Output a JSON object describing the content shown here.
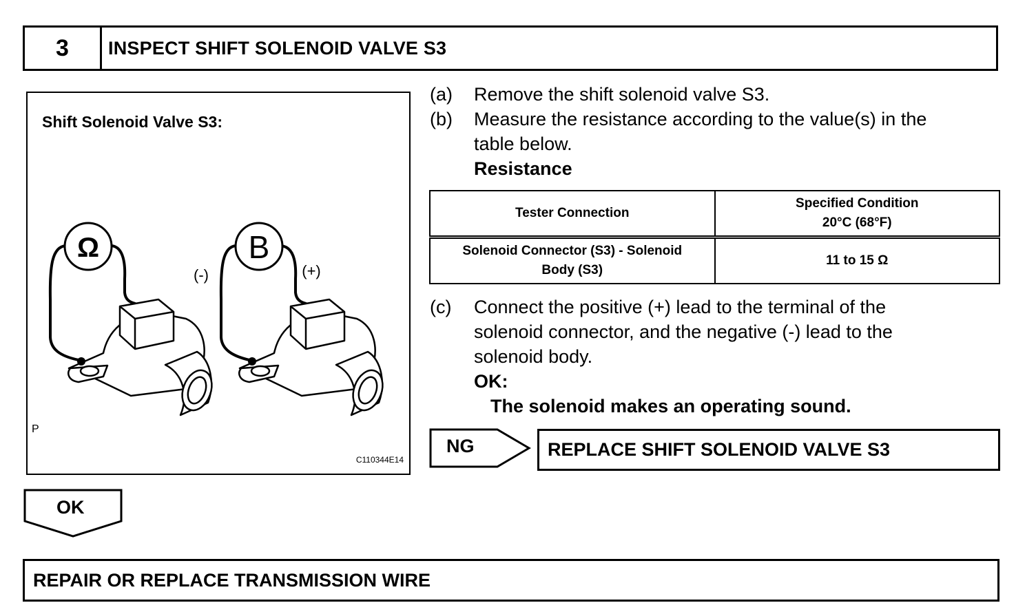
{
  "header": {
    "step_number": "3",
    "title": "INSPECT SHIFT SOLENOID VALVE S3"
  },
  "figure": {
    "caption": "Shift Solenoid Valve S3:",
    "ohm_symbol": "Ω",
    "battery_symbol": "B",
    "minus_label": "(-)",
    "plus_label": "(+)",
    "corner_letter": "P",
    "figure_code": "C110344E14"
  },
  "instructions": {
    "a_letter": "(a)",
    "a_text": "Remove the shift solenoid valve S3.",
    "b_letter": "(b)",
    "b_text_line1": "Measure the resistance according to the value(s) in the",
    "b_text_line2": "table below.",
    "resistance_label": "Resistance",
    "c_letter": "(c)",
    "c_text_line1": "Connect the positive (+) lead to the terminal of the",
    "c_text_line2": "solenoid connector, and the negative (-) lead to the",
    "c_text_line3": "solenoid body.",
    "ok_label": "OK:",
    "ok_text": "The solenoid makes an operating sound."
  },
  "resistance_table": {
    "headers": {
      "col1": "Tester Connection",
      "col2_line1": "Specified Condition",
      "col2_line2": "20°C (68°F)"
    },
    "rows": [
      {
        "connection_line1": "Solenoid Connector (S3) - Solenoid",
        "connection_line2": "Body (S3)",
        "condition": "11 to 15 Ω"
      }
    ]
  },
  "results": {
    "ng_label": "NG",
    "ng_action": "REPLACE SHIFT SOLENOID VALVE S3",
    "ok_label": "OK",
    "ok_action": "REPAIR OR REPLACE TRANSMISSION WIRE"
  }
}
